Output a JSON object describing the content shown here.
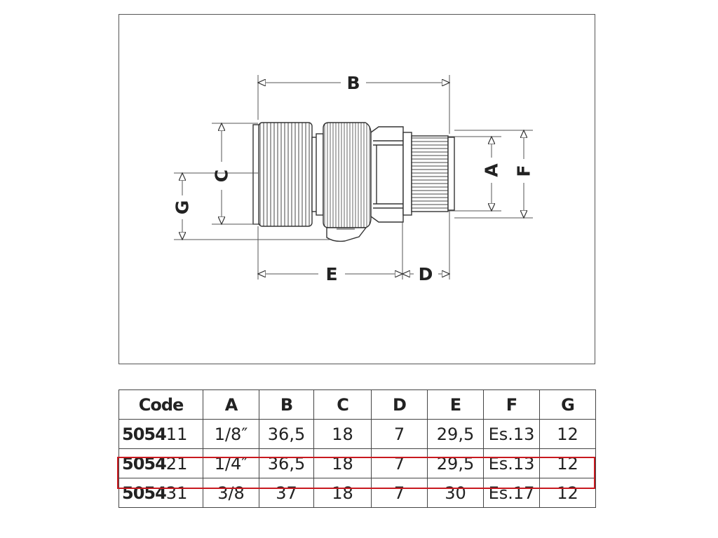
{
  "drawing": {
    "dimension_labels": {
      "A": "A",
      "B": "B",
      "C": "C",
      "D": "D",
      "E": "E",
      "F": "F",
      "G": "G"
    }
  },
  "table": {
    "headers": [
      "Code",
      "A",
      "B",
      "C",
      "D",
      "E",
      "F",
      "G"
    ],
    "rows": [
      {
        "code_bold": "5054",
        "code_light": "11",
        "A": "1/8″",
        "B": "36,5",
        "C": "18",
        "D": "7",
        "E": "29,5",
        "F": "Es.13",
        "G": "12"
      },
      {
        "code_bold": "5054",
        "code_light": "21",
        "A": "1/4″",
        "B": "36,5",
        "C": "18",
        "D": "7",
        "E": "29,5",
        "F": "Es.13",
        "G": "12"
      },
      {
        "code_bold": "5054",
        "code_light": "31",
        "A": "3/8",
        "B": "37",
        "C": "18",
        "D": "7",
        "E": "30",
        "F": "Es.17",
        "G": "12"
      }
    ],
    "highlighted_row_index": 1,
    "highlight_color": "#c8191f"
  }
}
